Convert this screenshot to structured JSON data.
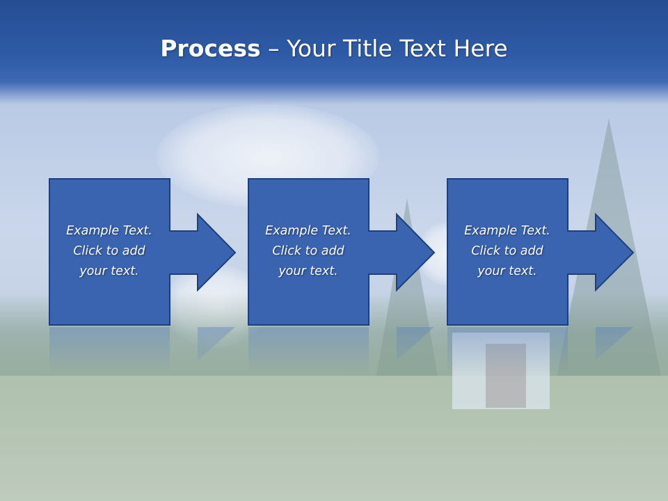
{
  "slide": {
    "title_bold": "Process",
    "title_rest": " – Your Title Text Here"
  },
  "steps": [
    {
      "text": "Example Text.\nClick  to add\nyour text."
    },
    {
      "text": "Example Text.\nClick  to add\nyour text."
    },
    {
      "text": "Example Text.\nClick  to add\nyour text."
    }
  ],
  "colors": {
    "header_blue": "#2f5ba7",
    "box_blue": "#3a63b0",
    "box_border": "#1e3f7a"
  }
}
